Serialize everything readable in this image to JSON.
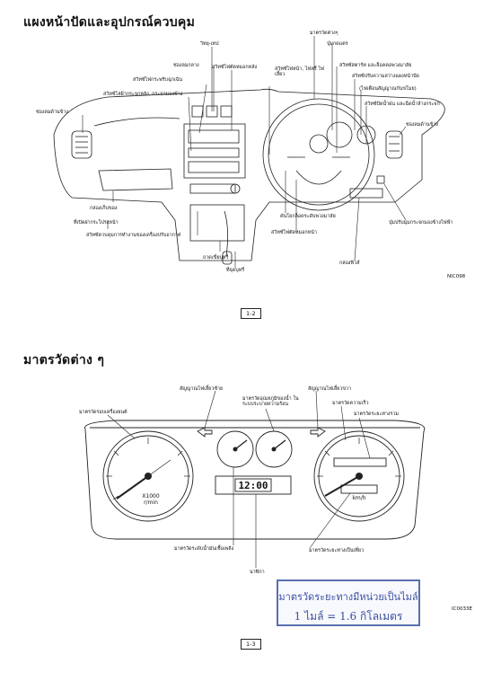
{
  "page_top": {
    "title": "แผงหน้าปัดและอุปกรณ์ควบคุม",
    "labels": {
      "radio": "วิทยุ-เทป",
      "center_vent": "ช่องลมกลาง",
      "rear_defog": "สวิทซ์ไฟตัดหมอกหลัง",
      "hazard": "สวิทซ์ไฟกระพริบฉุกเฉิน",
      "rear_heater": "สวิทซ์ไล่ฝ้ากระจกหลัง, กระจกมองข้าง",
      "side_vent_left": "ช่องลมด้านข้าง",
      "glove_box": "กล่องเก็บของ",
      "hood_release": "ที่เปิดฝากระโปรงหน้า",
      "climate_control": "สวิทซ์ควบคุมการทำงานของเครื่องปรับอากาศ",
      "ashtray": "ถาดเขี่ยบุหรี่",
      "cigar_lighter": "ที่จุดบุหรี่",
      "headlight_switch": "สวิทซ์ไฟหน้า, ไฟหรี่ ไฟเลี้ยว",
      "gauges": "มาตรวัดต่างๆ",
      "horn": "ปุ่มกดแตร",
      "ignition": "สวิทซ์สตาร์ท และล็อคคอพวงมาลัย",
      "panel_dimmer": "สวิทซ์ปรับความสว่างแผงหน้าปัด",
      "buzzer": "(ไฟเตือนสัญญาณกันขโมย)",
      "wiper": "สวิทซ์ปัดน้ำฝน และฉีดน้ำล้างกระจก",
      "side_vent_right": "ช่องลมด้านข้าง",
      "tilt_lever": "คันโยกล็อคระดับพวงมาลัย",
      "front_fog": "สวิทซ์ไฟตัดหมอกหน้า",
      "fuse_box": "กล่องฟิวส์",
      "mirror_adjust": "ปุ่มปรับมุมกระจกมองข้างไฟฟ้า"
    },
    "figure_code": "NIC098",
    "page_number": "1-2"
  },
  "page_bottom": {
    "title": "มาตรวัดต่าง ๆ",
    "labels": {
      "turn_left": "สัญญาณไฟเลี้ยวซ้าย",
      "turn_right": "สัญญาณไฟเลี้ยวขวา",
      "tachometer": "มาตรวัดรอบเครื่องยนต์",
      "temp_gauge": "มาตรวัดอุณหภูมิของน้ำ ในระบบระบายความร้อน",
      "speedometer": "มาตรวัดความเร็ว",
      "odometer": "มาตรวัดระยะทางรวม",
      "fuel_gauge": "มาตรวัดระดับน้ำมันเชื้อเพลิง",
      "clock": "นาฬิกา",
      "trip_meter": "มาตรวัดระยะทางเป็นเที่ยว"
    },
    "tach_unit_1": "X1000",
    "tach_unit_2": "r/min",
    "speed_unit": "km/h",
    "clock_display": "12:00",
    "stamp_line1": "มาตรวัดระยะทางมีหน่วยเป็นไมล์",
    "stamp_line2": "1 ไมล์ = 1.6 กิโลเมตร",
    "figure_code": "IC0033E",
    "page_number": "1-3"
  }
}
